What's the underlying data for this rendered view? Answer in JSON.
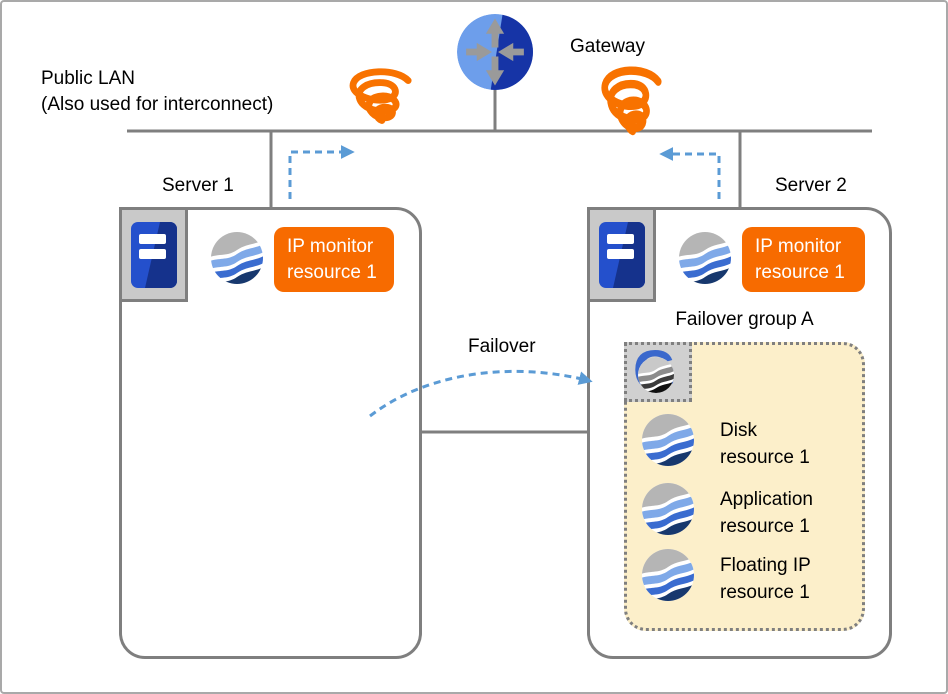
{
  "diagram": {
    "public_lan_line1": "Public LAN",
    "public_lan_line2": "(Also used for interconnect)",
    "gateway_label": "Gateway",
    "failover_label": "Failover"
  },
  "servers": [
    {
      "name": "Server 1",
      "monitor_line1": "IP monitor",
      "monitor_line2": "resource 1"
    },
    {
      "name": "Server 2",
      "monitor_line1": "IP monitor",
      "monitor_line2": "resource 1"
    }
  ],
  "failover_group": {
    "title": "Failover group A",
    "resources": [
      {
        "line1": "Disk",
        "line2": "resource 1"
      },
      {
        "line1": "Application",
        "line2": "resource 1"
      },
      {
        "line1": "Floating IP",
        "line2": "resource 1"
      }
    ]
  },
  "icons": {
    "gateway": "router-gateway-icon",
    "tornado": "network-failure-tornado-icon",
    "server": "server-icon",
    "monitor_resource": "monitor-resource-globe-icon",
    "group": "failover-group-icon",
    "resource": "resource-globe-icon"
  },
  "colors": {
    "accent_orange": "#F76B00",
    "arrow_blue": "#5B9BD5",
    "line_gray": "#7F7F7F",
    "group_fill": "#FCEFCA",
    "gateway_blue_light": "#6D9EEB",
    "gateway_blue_dark": "#1634A6",
    "server_blue": "#2148C4",
    "globe_navy": "#17386E"
  }
}
